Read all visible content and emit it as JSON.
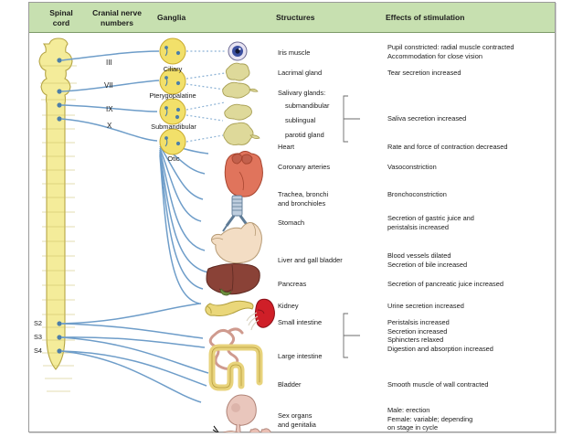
{
  "header": {
    "spinal_cord": "Spinal\ncord",
    "cranial_nerve_numbers": "Cranial nerve\nnumbers",
    "ganglia": "Ganglia",
    "structures": "Structures",
    "effects": "Effects of stimulation"
  },
  "colors": {
    "header_bg": "#c7e0b0",
    "header_border": "#7d9a68",
    "panel_border": "#9a9a9a",
    "nerve_line": "#6e9dc9",
    "dotted_line": "#8fb4d6",
    "cord_fill": "#f4ec9a",
    "cord_stroke": "#b5a545",
    "ganglion_fill": "#f2e06a",
    "ganglion_stroke": "#c9ab2e",
    "heart": "#e0745c",
    "kidney": "#cf1f28",
    "liver": "#8a4237",
    "stomach": "#f3ddc4",
    "pancreas": "#ead77a",
    "gland": "#ded99a",
    "bladder": "#e9c6bc",
    "large_intestine": "#f0e09a",
    "small_intestine": "#e8bfb4"
  },
  "cranial_nerves": [
    "III",
    "VII",
    "IX",
    "X"
  ],
  "sacral_levels": [
    "S2",
    "S3",
    "S4"
  ],
  "ganglia": [
    {
      "name": "Ciliary"
    },
    {
      "name": "Pterygopalatine"
    },
    {
      "name": "Submandibular"
    },
    {
      "name": "Otic"
    }
  ],
  "rows": [
    {
      "structure": "Iris muscle",
      "effect": "Pupil constricted: radial muscle contracted\nAccommodation for close vision"
    },
    {
      "structure": "Lacrimal gland",
      "effect": "Tear secretion increased"
    },
    {
      "structure": "Salivary glands:",
      "effect": ""
    },
    {
      "structure": "   submandibular",
      "effect": ""
    },
    {
      "structure": "   sublingual",
      "effect": "Saliva secretion increased"
    },
    {
      "structure": "   parotid gland",
      "effect": ""
    },
    {
      "structure": "Heart",
      "effect": "Rate and force of contraction decreased"
    },
    {
      "structure": "Coronary arteries",
      "effect": "Vasoconstriction"
    },
    {
      "structure": "Trachea, bronchi\nand bronchioles",
      "effect": "Bronchoconstriction"
    },
    {
      "structure": "Stomach",
      "effect": "Secretion of gastric juice and\nperistalsis increased"
    },
    {
      "structure": "Liver and gall bladder",
      "effect": "Blood vessels dilated\nSecretion of bile increased"
    },
    {
      "structure": "Pancreas",
      "effect": "Secretion of pancreatic juice increased"
    },
    {
      "structure": "Kidney",
      "effect": "Urine secretion increased"
    },
    {
      "structure": "Small intestine",
      "effect": "Peristalsis increased\nSecretion increased"
    },
    {
      "structure": "Large intestine",
      "effect": "Sphincters relaxed\nDigestion and absorption increased"
    },
    {
      "structure": "Bladder",
      "effect": "Smooth muscle of wall contracted"
    },
    {
      "structure": "Sex organs\nand genitalia",
      "effect": "Male:  erection\nFemale:  variable; depending\n            on stage in cycle"
    }
  ],
  "structure_labels": {
    "iris": "Iris muscle",
    "lacrimal": "Lacrimal gland",
    "salivary_head": "Salivary glands:",
    "salivary_1": "submandibular",
    "salivary_2": "sublingual",
    "salivary_3": "parotid gland",
    "heart": "Heart",
    "coronary": "Coronary arteries",
    "trachea": "Trachea, bronchi\nand bronchioles",
    "stomach": "Stomach",
    "liver": "Liver and gall bladder",
    "pancreas": "Pancreas",
    "kidney": "Kidney",
    "small_intestine": "Small intestine",
    "large_intestine": "Large intestine",
    "bladder": "Bladder",
    "sex_organs": "Sex organs\nand genitalia"
  },
  "effect_labels": {
    "iris": "Pupil constricted: radial muscle contracted\nAccommodation for close vision",
    "lacrimal": "Tear secretion increased",
    "saliva": "Saliva secretion increased",
    "heart": "Rate and force of contraction decreased",
    "coronary": "Vasoconstriction",
    "trachea": "Bronchoconstriction",
    "stomach": "Secretion of gastric juice and\nperistalsis increased",
    "liver": "Blood vessels dilated\nSecretion of bile increased",
    "pancreas": "Secretion of pancreatic juice increased",
    "kidney": "Urine secretion increased",
    "intestine": "Peristalsis increased\nSecretion increased\nSphincters relaxed\nDigestion and absorption increased",
    "bladder": "Smooth muscle of wall contracted",
    "sex_organs": "Male:  erection\nFemale:  variable; depending\n            on stage in cycle"
  }
}
